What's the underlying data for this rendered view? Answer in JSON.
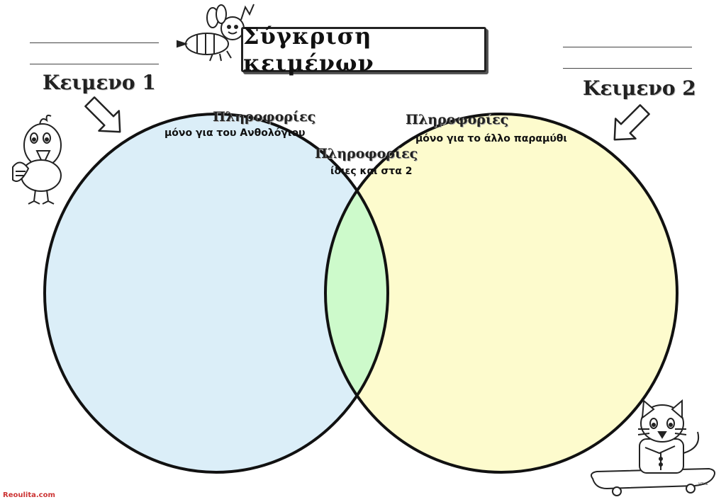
{
  "title": "Σύγκριση κειμένων",
  "left_label": "Κειμενο 1",
  "right_label": "Κειμενο 2",
  "left_region": {
    "heading": "Πληροφορίες",
    "sub": "μόνο για του Ανθολόγιου"
  },
  "right_region": {
    "heading": "Πληροφορίες",
    "sub": "μόνο για το άλλο παραμύθι"
  },
  "center_region": {
    "heading": "Πληροφορίες",
    "sub": "ίδιες και στα 2"
  },
  "watermark": "Reoulita.com",
  "signature": "ντκε",
  "colors": {
    "left_circle": "#dbeef8",
    "right_circle": "#fdfbcd",
    "overlap": "#cdfacb",
    "outline": "#111111"
  },
  "icons": [
    "bee-icon",
    "bird-icon",
    "cat-on-skateboard-icon",
    "arrow-down-right-icon",
    "arrow-down-left-icon"
  ]
}
